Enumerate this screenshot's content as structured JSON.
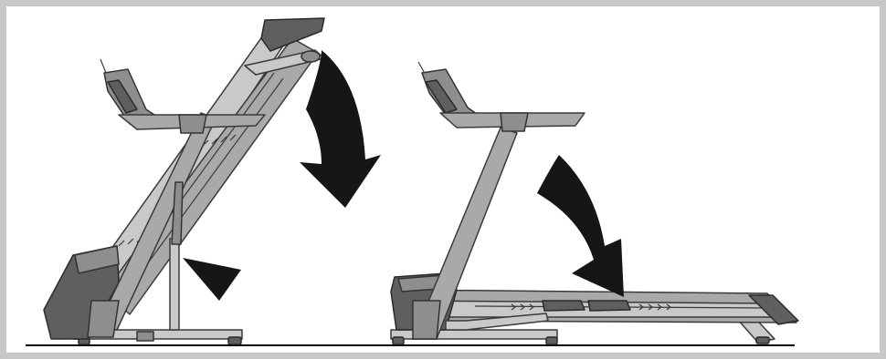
{
  "image": {
    "type": "assembly-illustration",
    "panels": [
      {
        "id": "left",
        "state": "folded-upright",
        "arrow": "curved-down",
        "marker": "triangle-pointer"
      },
      {
        "id": "right",
        "state": "unfolded-lowered",
        "arrow": "curved-down"
      }
    ]
  },
  "colors": {
    "frame_border": "#c8c8c8",
    "metal": "#a9a9a9",
    "metal_dark": "#5f5f5f",
    "outline": "#3a3a3a",
    "arrow": "#161616",
    "floor": "#000000"
  }
}
